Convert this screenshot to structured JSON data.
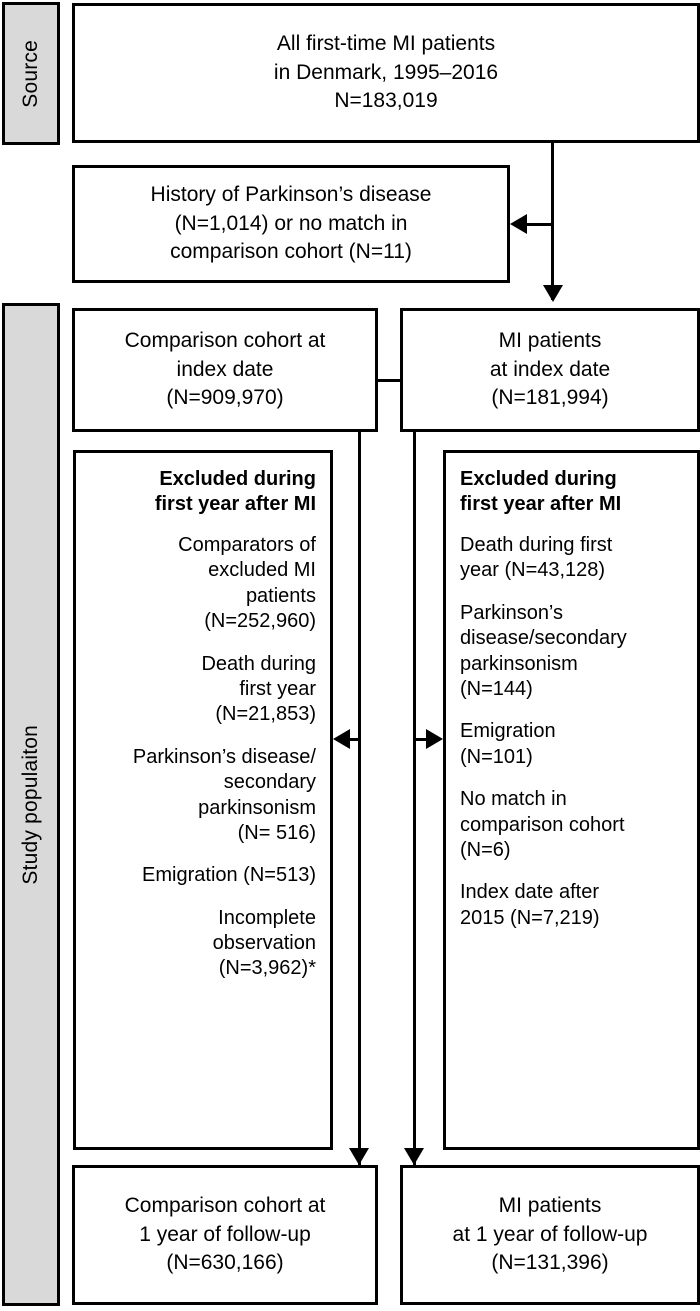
{
  "figure": {
    "type": "flowchart",
    "title": "Study population flow diagram"
  },
  "bands": {
    "source_label": "Source",
    "study_population_label": "Study populaiton"
  },
  "nodes": {
    "source_cohort": {
      "text": "All first-time MI patients\nin Denmark, 1995–2016\nN=183,019"
    },
    "excluded_history": {
      "text": "History of Parkinson’s disease\n(N=1,014) or no match in\ncomparison cohort (N=11)"
    },
    "comparison_index": {
      "text": "Comparison cohort at\nindex date\n(N=909,970)"
    },
    "mi_index": {
      "text": "MI patients\nat index date\n(N=181,994)"
    },
    "excluded_comparison": {
      "header": "Excluded during\nfirst year after MI",
      "items": [
        "Comparators of\nexcluded MI\npatients\n(N=252,960)",
        "Death during\nfirst year\n(N=21,853)",
        "Parkinson’s disease/\nsecondary\nparkinsonism\n(N= 516)",
        "Emigration (N=513)",
        "Incomplete\nobservation\n(N=3,962)*"
      ]
    },
    "excluded_mi": {
      "header": "Excluded during\nfirst year after MI",
      "items": [
        "Death during first\nyear (N=43,128)",
        "Parkinson’s\ndisease/secondary\nparkinsonism\n(N=144)",
        "Emigration\n(N=101)",
        "No match in\ncomparison cohort\n(N=6)",
        "Index date after\n2015 (N=7,219)"
      ]
    },
    "comparison_followup": {
      "text": "Comparison cohort at\n1 year of follow-up\n(N=630,166)"
    },
    "mi_followup": {
      "text": "MI patients\nat 1 year of follow-up\n(N=131,396)"
    }
  },
  "colors": {
    "band_fill": "#d9d9d9",
    "stroke": "#000000",
    "box_fill": "#ffffff"
  }
}
